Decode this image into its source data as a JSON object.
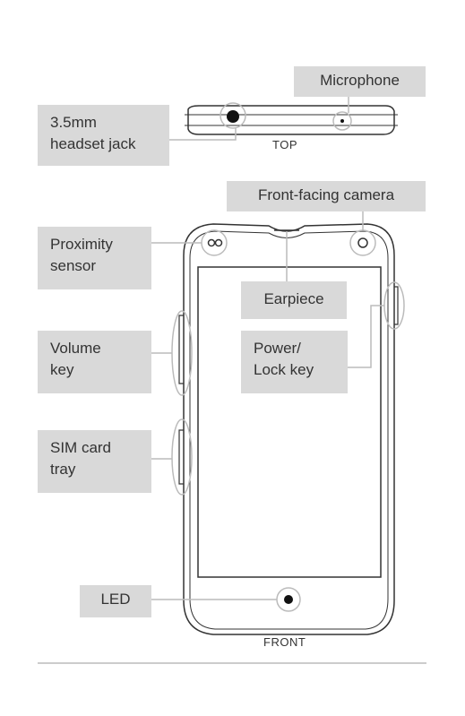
{
  "labels": {
    "microphone": "Microphone",
    "headset_jack": "3.5mm\nheadset jack",
    "front_camera": "Front-facing camera",
    "proximity_sensor": "Proximity\nsensor",
    "earpiece": "Earpiece",
    "volume_key": "Volume\nkey",
    "power_lock_key": "Power/\nLock key",
    "sim_card_tray": "SIM card\ntray",
    "led": "LED"
  },
  "captions": {
    "top_view": "TOP",
    "front_view": "FRONT"
  },
  "colors": {
    "callout_bg": "#d9d9d9",
    "outline": "#333333",
    "leader_line": "#bbbbbb"
  }
}
